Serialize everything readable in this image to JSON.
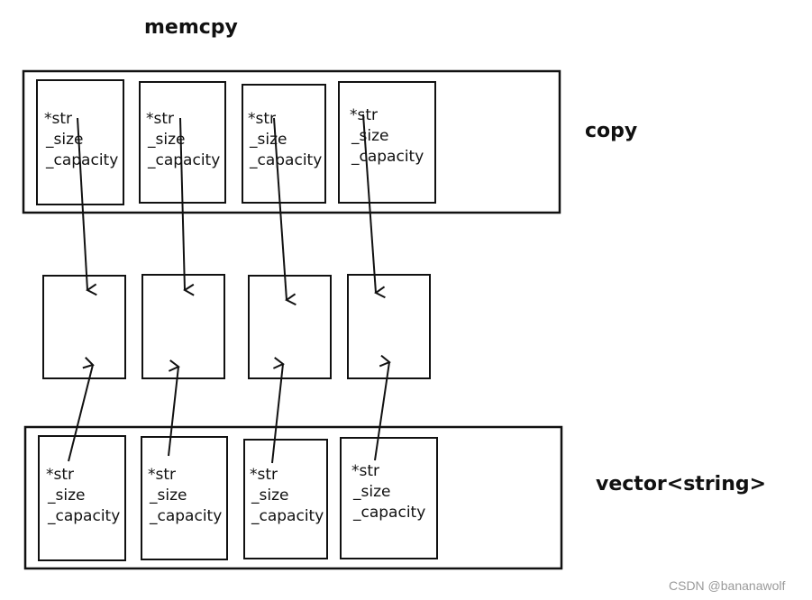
{
  "diagram": {
    "title": "memcpy",
    "top_label": "copy",
    "bottom_label": "vector<string>",
    "field_labels": {
      "ptr": "*str",
      "size": "_size",
      "capacity": "_capacity"
    },
    "object_count": 4,
    "watermark": "CSDN @bananawolf"
  }
}
